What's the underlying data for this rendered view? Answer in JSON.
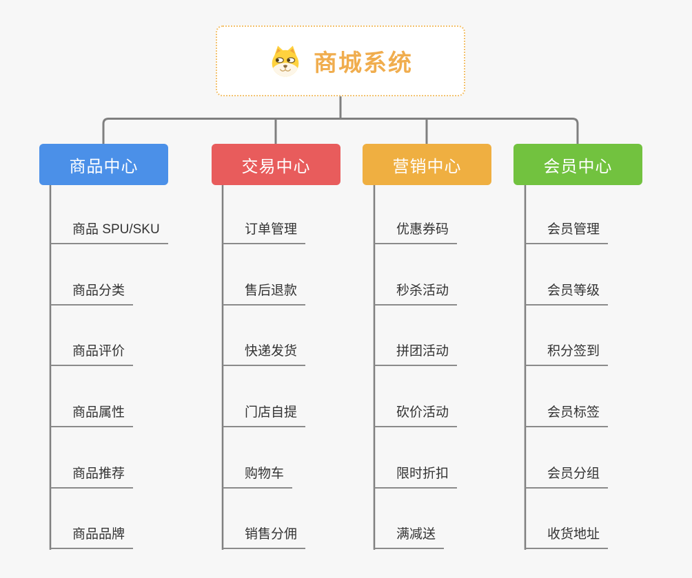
{
  "root": {
    "title": "商城系统",
    "icon": "dog-face-icon"
  },
  "branches": [
    {
      "label": "商品中心",
      "color": "#4b90e8",
      "children": [
        "商品 SPU/SKU",
        "商品分类",
        "商品评价",
        "商品属性",
        "商品推荐",
        "商品品牌"
      ]
    },
    {
      "label": "交易中心",
      "color": "#e85c5c",
      "children": [
        "订单管理",
        "售后退款",
        "快递发货",
        "门店自提",
        "购物车",
        "销售分佣"
      ]
    },
    {
      "label": "营销中心",
      "color": "#efaf41",
      "children": [
        "优惠券码",
        "秒杀活动",
        "拼团活动",
        "砍价活动",
        "限时折扣",
        "满减送"
      ]
    },
    {
      "label": "会员中心",
      "color": "#72c23f",
      "children": [
        "会员管理",
        "会员等级",
        "积分签到",
        "会员标签",
        "会员分组",
        "收货地址"
      ]
    }
  ],
  "colors": {
    "background": "#f7f7f7",
    "connector": "#7f7f7f",
    "leaf_underline": "#8a8a8a",
    "leaf_text": "#333333",
    "root_border": "#f3c06a",
    "root_title": "#f0ad4e",
    "dog_yellow": "#ffd23e",
    "dog_muzzle": "#fdf6e8"
  }
}
